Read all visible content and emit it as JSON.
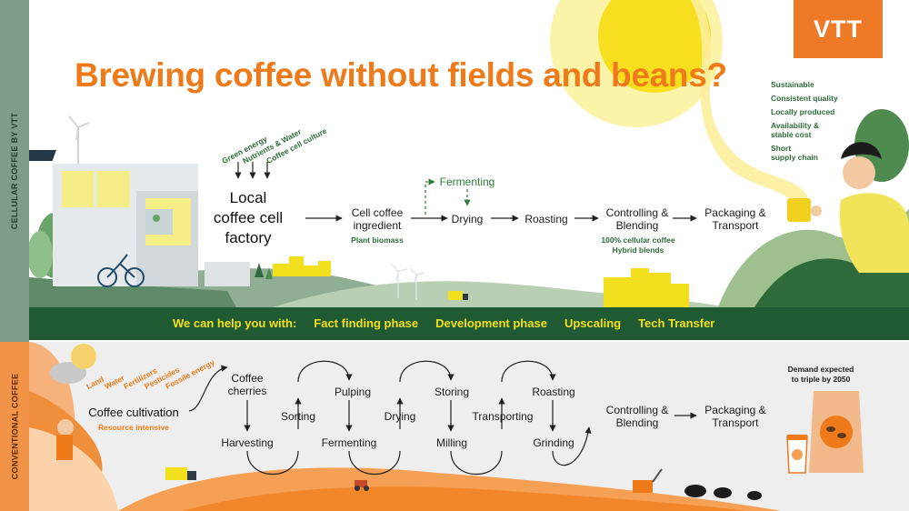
{
  "title": "Brewing coffee without fields and beans?",
  "logo_text": "VTT",
  "side_labels": {
    "top": "CELLULAR COFFEE BY VTT",
    "bottom": "CONVENTIONAL COFFEE"
  },
  "cellular": {
    "inputs": [
      "Green energy",
      "Nutrients & Water",
      "Coffee cell culture"
    ],
    "factory_lines": [
      "Local",
      "coffee cell",
      "factory"
    ],
    "steps": {
      "ingredient": [
        "Cell coffee",
        "ingredient"
      ],
      "ingredient_sub": "Plant biomass",
      "fermenting": "Fermenting",
      "drying": "Drying",
      "roasting": "Roasting",
      "controlling": [
        "Controlling &",
        "Blending"
      ],
      "controlling_sub": [
        "100% cellular coffee",
        "Hybrid blends"
      ],
      "packaging": [
        "Packaging &",
        "Transport"
      ]
    },
    "benefits": [
      "Sustainable",
      "Consistent quality",
      "Locally produced",
      "Availability &",
      "stable cost",
      "Short",
      "supply chain"
    ]
  },
  "help": {
    "intro": "We can help you with:",
    "items": [
      "Fact finding phase",
      "Development phase",
      "Upscaling",
      "Tech Transfer"
    ]
  },
  "conventional": {
    "inputs": [
      "Land",
      "Water",
      "Fertilizers",
      "Pesticides",
      "Fossile energy"
    ],
    "cultivation": "Coffee cultivation",
    "cultivation_sub": "Resource intensive",
    "steps": {
      "cherries": [
        "Coffee",
        "cherries"
      ],
      "harvesting": "Harvesting",
      "sorting": "Sorting",
      "pulping": "Pulping",
      "fermenting": "Fermenting",
      "drying": "Drying",
      "storing": "Storing",
      "milling": "Milling",
      "transporting": "Transporting",
      "roasting": "Roasting",
      "grinding": "Grinding",
      "controlling": [
        "Controlling &",
        "Blending"
      ],
      "packaging": [
        "Packaging &",
        "Transport"
      ]
    },
    "demand": [
      "Demand expected",
      "to triple by 2050"
    ]
  },
  "colors": {
    "orange": "#ef7a1a",
    "dark_green": "#1f5a32",
    "yellow": "#f2e01a",
    "sage": "#7e9d88"
  }
}
